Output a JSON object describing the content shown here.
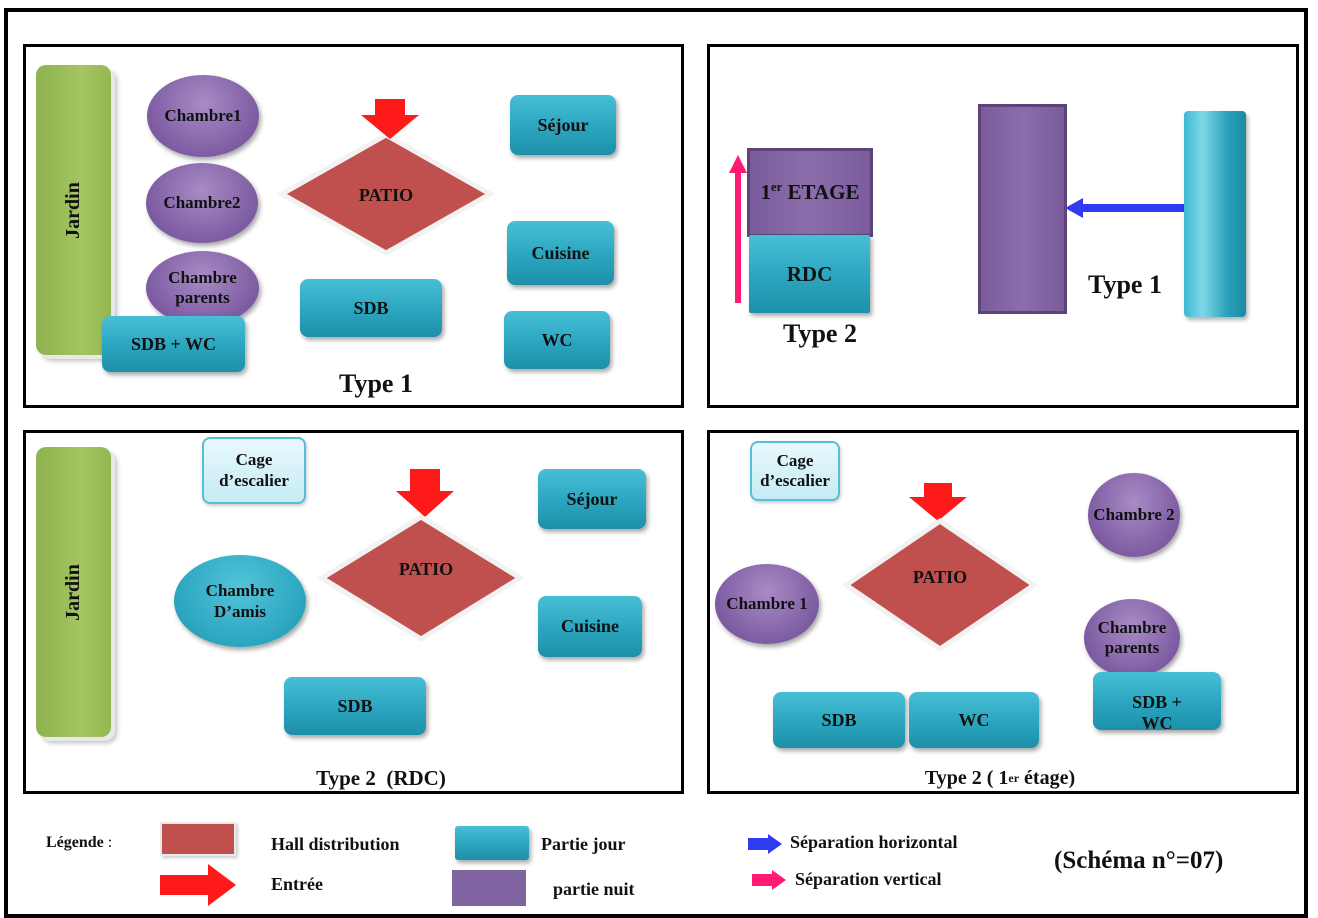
{
  "colors": {
    "patio": "#c0504d",
    "partie_jour": "#2ba5bf",
    "partie_nuit": "#8064a2",
    "jardin": "#9bbb59",
    "entree_arrow": "#ff1a1a",
    "separation_horizontal": "#2f3bf0",
    "separation_vertical": "#ff1a72"
  },
  "panel1": {
    "jardin": "Jardin",
    "chambre1": "Chambre1",
    "chambre2": "Chambre2",
    "chambre_parents": "Chambre parents",
    "sdb_wc": "SDB + WC",
    "patio": "PATIO",
    "sdb": "SDB",
    "sejour": "Séjour",
    "cuisine": "Cuisine",
    "wc": "WC",
    "title": "Type 1"
  },
  "panel2": {
    "etage_sup": "er",
    "etage_num": "1",
    "etage_text": " ETAGE",
    "rdc": "RDC",
    "type2": "Type 2",
    "type1": "Type 1"
  },
  "panel3": {
    "jardin": "Jardin",
    "cage": "Cage d’escalier",
    "patio": "PATIO",
    "sejour": "Séjour",
    "chambre_amis": "Chambre D’amis",
    "cuisine": "Cuisine",
    "sdb": "SDB",
    "title": "Type 2  (RDC)"
  },
  "panel4": {
    "cage": "Cage d’escalier",
    "patio": "PATIO",
    "chambre2": "Chambre 2",
    "chambre1": "Chambre 1",
    "chambre_parents": "Chambre parents",
    "sdb": "SDB",
    "wc": "WC",
    "sdb_wc": "SDB + WC",
    "title_pre": "Type 2 ( 1",
    "title_sup": "er",
    "title_post": " étage)"
  },
  "legend": {
    "label": "Légende",
    "colon": " :",
    "hall": "Hall distribution",
    "entree": "Entrée",
    "jour": "Partie jour",
    "nuit": "partie nuit",
    "sep_h": "Séparation horizontal",
    "sep_v": "Séparation vertical",
    "schema": "(Schéma n°=07)"
  }
}
